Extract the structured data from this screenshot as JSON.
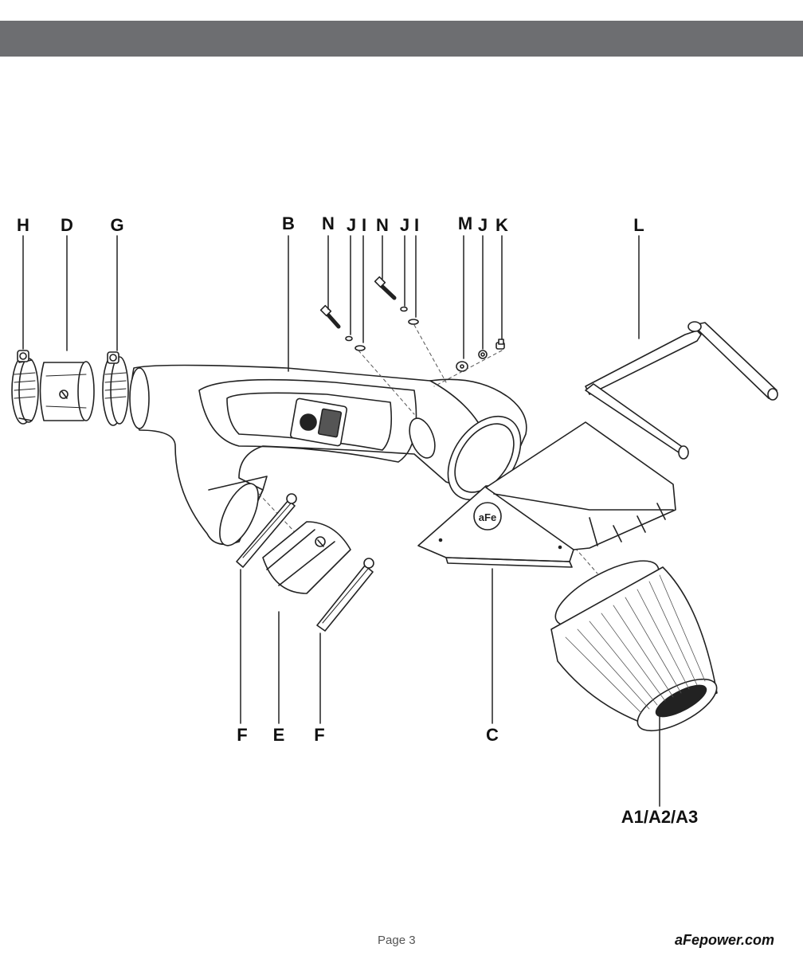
{
  "header": {
    "color": "#6d6e71"
  },
  "callouts": {
    "h": "H",
    "d": "D",
    "g": "G",
    "b": "B",
    "n1": "N",
    "j1": "J",
    "i1": "I",
    "n2": "N",
    "j2": "J",
    "i2": "I",
    "m": "M",
    "j3": "J",
    "k": "K",
    "l": "L",
    "c": "C",
    "f1": "F",
    "e": "E",
    "f2": "F",
    "a": "A1/A2/A3"
  },
  "logos": {
    "badge_text": "aFe"
  },
  "footer": {
    "page": "Page 3",
    "url": "aFepower.com"
  }
}
